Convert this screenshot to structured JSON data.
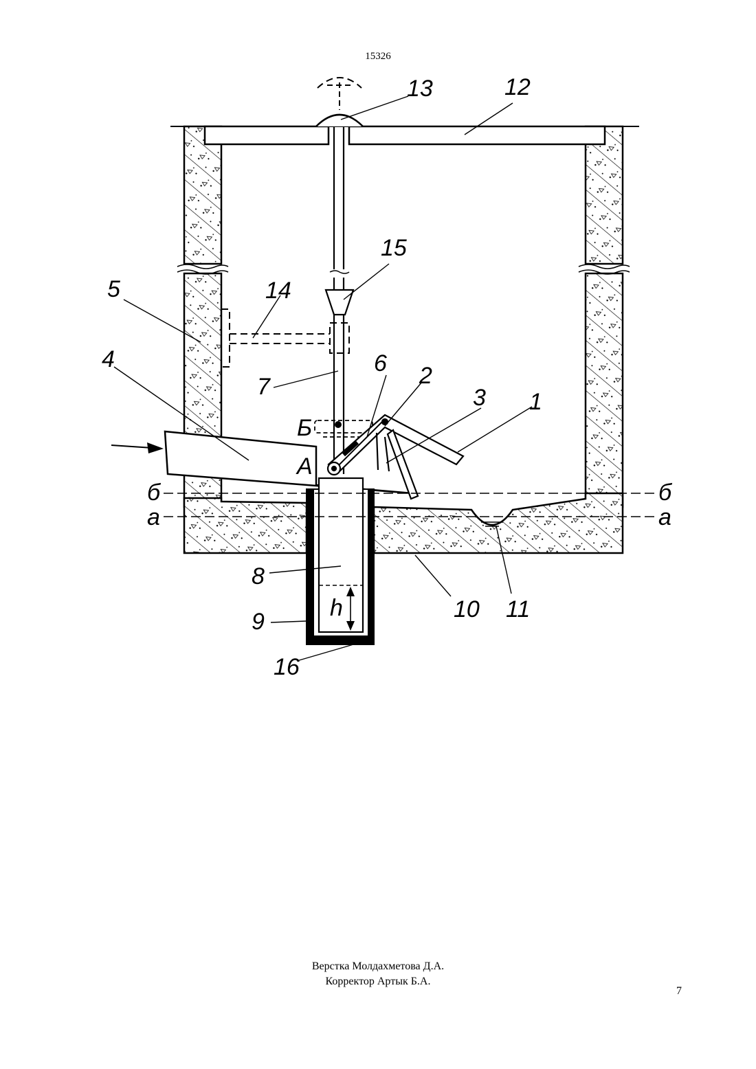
{
  "header": {
    "patent_number": "15326"
  },
  "figure": {
    "part_labels": [
      "1",
      "2",
      "3",
      "4",
      "5",
      "6",
      "7",
      "8",
      "9",
      "10",
      "11",
      "12",
      "13",
      "14",
      "15",
      "16"
    ],
    "point_labels": {
      "a_point": "А",
      "b_point": "Б"
    },
    "level_labels": {
      "level_b": "б",
      "level_a": "а"
    },
    "dimension_label": "h"
  },
  "footer": {
    "layout_credit": "Верстка Молдахметова Д.А.",
    "corrector_credit": "Корректор Артык Б.А."
  },
  "page_number": "7"
}
